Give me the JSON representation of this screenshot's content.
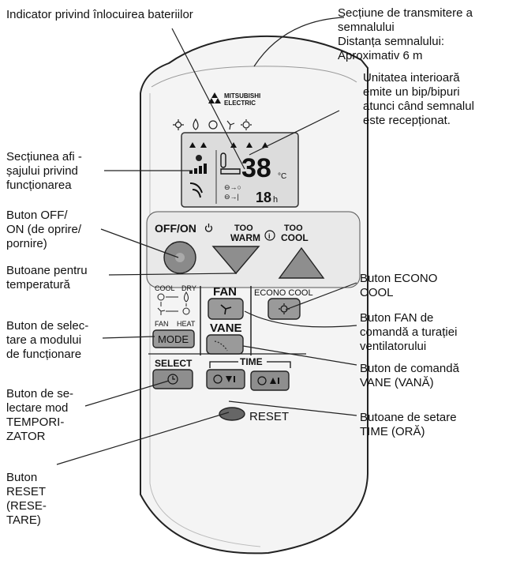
{
  "annotations": {
    "battery_indicator": "Indicator privind înlocuirea bateriilor",
    "transmission": "Secțiune de transmitere a\nsemnalului\nDistanța semnalului:\nAproximativ 6 m",
    "beep": "Unitatea interioară\nemite un bip/bipuri\natunci când semnalul\neste recepționat.",
    "display": "Secțiunea afi -\nșajului privind\nfuncționarea",
    "off_on": "Buton OFF/\nON (de oprire/\npornire)",
    "temp_buttons": "Butoane pentru\ntemperatură",
    "mode_button": "Buton de selec-\ntare a modului\nde funcționare",
    "timer_select": "Buton de se-\nlectare mod\nTEMPORI-\nZATOR",
    "reset_button": "Buton\nRESET\n(RESE-\nTARE)",
    "econo_cool": "Buton ECONO\nCOOL",
    "fan_button": "Buton FAN de\ncomandă a turației\nventilatorului",
    "vane_button": "Buton de comandă\nVANE (VANĂ)",
    "time_buttons": "Butoane de setare\nTIME (ORĂ)"
  },
  "remote": {
    "brand_line1": "MITSUBISHI",
    "brand_line2": "ELECTRIC",
    "display": {
      "temperature": "38",
      "temp_unit": "°C",
      "timer_value": "18",
      "timer_unit": "h"
    },
    "labels": {
      "off_on": "OFF/ON",
      "too_warm_1": "TOO",
      "too_warm_2": "WARM",
      "too_cool_1": "TOO",
      "too_cool_2": "COOL",
      "cool": "COOL",
      "dry": "DRY",
      "fan_mode": "FAN",
      "heat": "HEAT",
      "mode": "MODE",
      "fan": "FAN",
      "vane": "VANE",
      "econo_cool": "ECONO COOL",
      "select": "SELECT",
      "time": "TIME",
      "reset": "RESET"
    }
  }
}
